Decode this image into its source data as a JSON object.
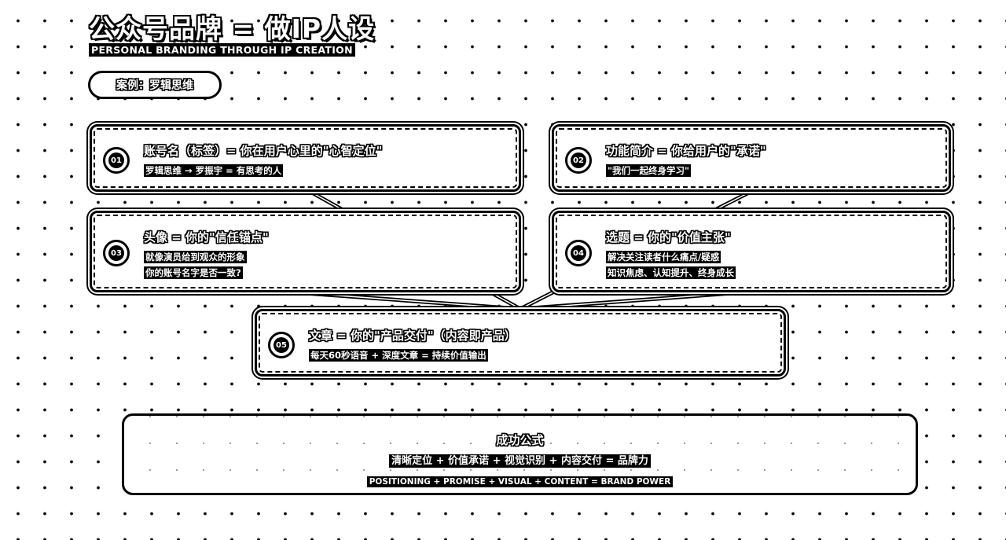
{
  "header": {
    "title": "公众号品牌 = 做IP人设",
    "subtitle": "PERSONAL BRANDING THROUGH IP CREATION"
  },
  "case_label": "案例：罗辑思维",
  "cards": [
    {
      "num": "01",
      "heading": "账号名（标签）= 你在用户心里的\"心智定位\"",
      "lines": [
        "罗辑思维 → 罗振宇 = 有思考的人"
      ]
    },
    {
      "num": "02",
      "heading": "功能简介 = 你给用户的\"承诺\"",
      "lines": [
        "\"我们一起终身学习\""
      ]
    },
    {
      "num": "03",
      "heading": "头像 = 你的\"信任锚点\"",
      "lines": [
        "就像演员给到观众的形象",
        "你的账号名字是否一致?"
      ]
    },
    {
      "num": "04",
      "heading": "选题 = 你的\"价值主张\"",
      "lines": [
        "解决关注读者什么痛点/疑惑",
        "知识焦虑、认知提升、终身成长"
      ]
    },
    {
      "num": "05",
      "heading": "文章 = 你的\"产品交付\"（内容即产品）",
      "lines": [
        "每天60秒语音 + 深度文章 = 持续价值输出"
      ]
    }
  ],
  "formula": {
    "title": "成功公式",
    "equation": "清晰定位 + 价值承诺 + 视觉识别 + 内容交付 = 品牌力",
    "equation_en": "POSITIONING + PROMISE + VISUAL + CONTENT = BRAND POWER"
  }
}
